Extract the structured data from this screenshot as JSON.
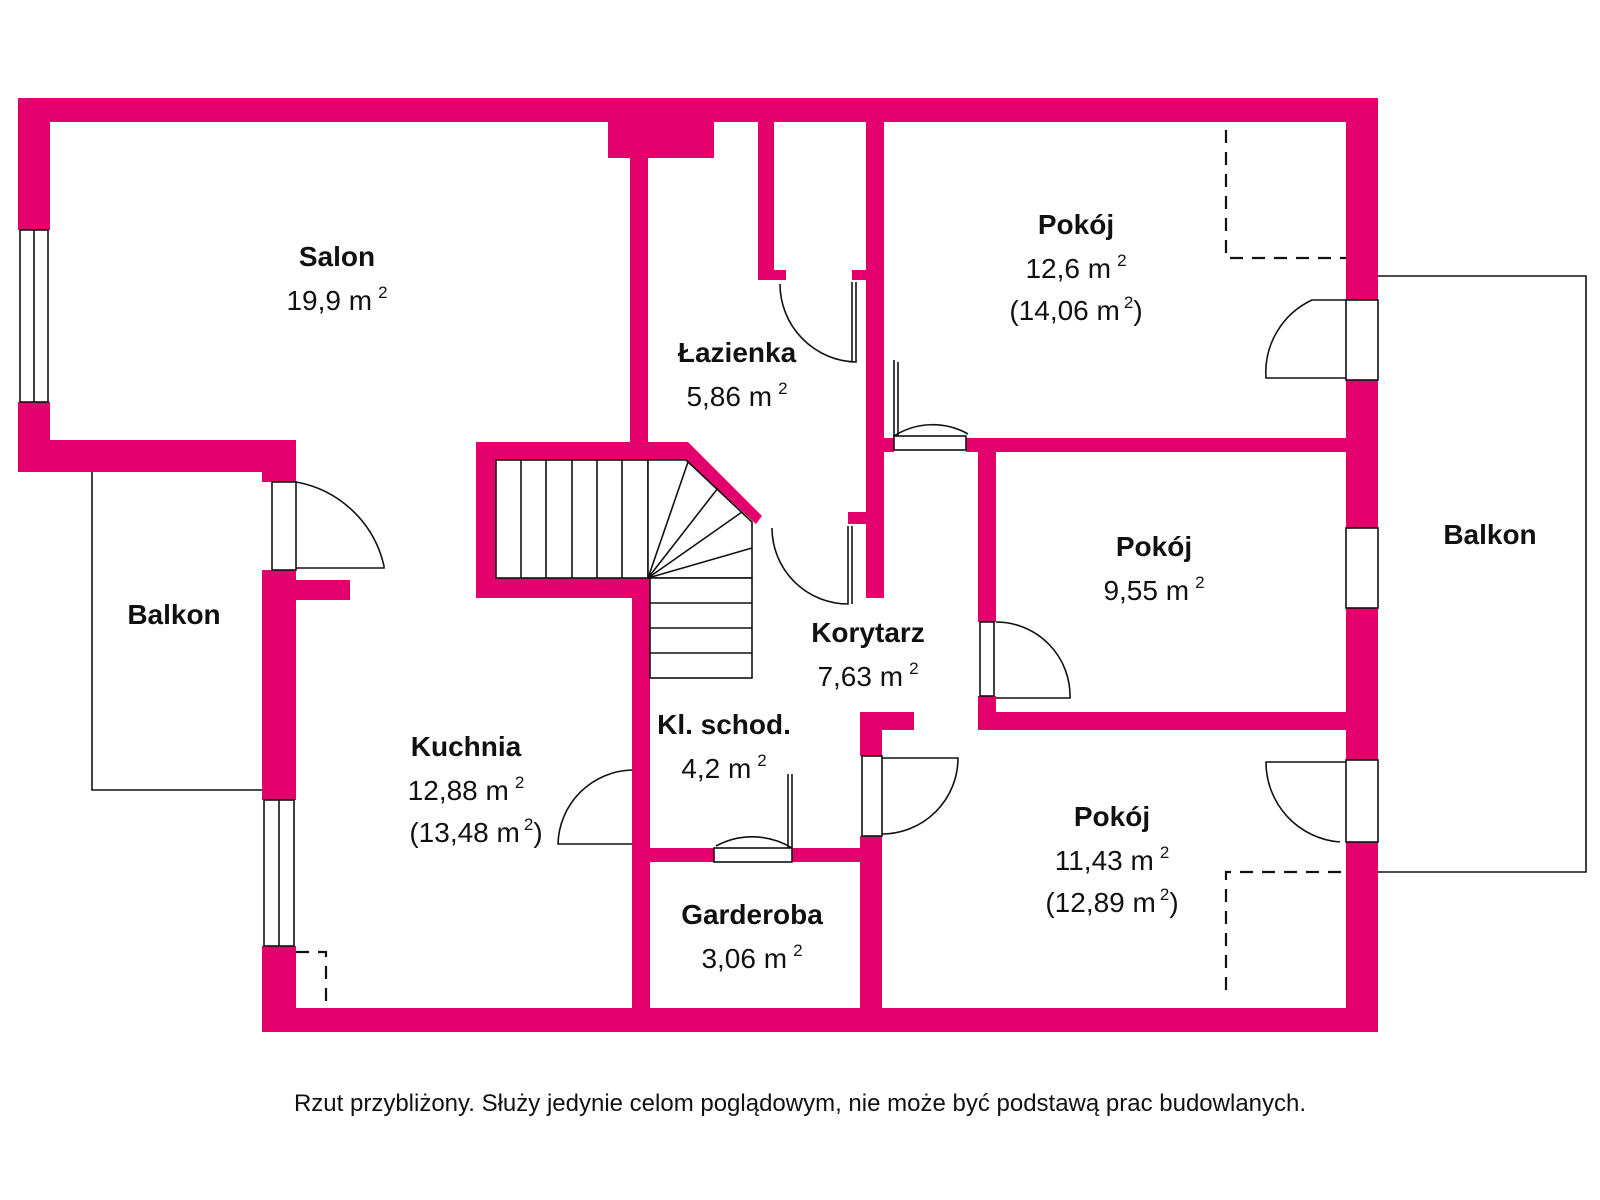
{
  "plan": {
    "wall_color": "#E3006D",
    "rooms": [
      {
        "id": "salon",
        "name": "Salon",
        "area": "19,9 m",
        "sup": "2",
        "alt": ""
      },
      {
        "id": "lazienka",
        "name": "Łazienka",
        "area": "5,86 m",
        "sup": "2",
        "alt": ""
      },
      {
        "id": "pokoj1",
        "name": "Pokój",
        "area": "12,6 m",
        "sup": "2",
        "alt": "(14,06 m",
        "alt_sup": "2",
        "alt_close": ")"
      },
      {
        "id": "pokoj2",
        "name": "Pokój",
        "area": "9,55 m",
        "sup": "2",
        "alt": ""
      },
      {
        "id": "korytarz",
        "name": "Korytarz",
        "area": "7,63 m",
        "sup": "2",
        "alt": ""
      },
      {
        "id": "kuchnia",
        "name": "Kuchnia",
        "area": "12,88 m",
        "sup": "2",
        "alt": "(13,48 m",
        "alt_sup": "2",
        "alt_close": ")"
      },
      {
        "id": "klatka",
        "name": "Kl. schod.",
        "area": "4,2 m",
        "sup": "2",
        "alt": ""
      },
      {
        "id": "pokoj3",
        "name": "Pokój",
        "area": "11,43 m",
        "sup": "2",
        "alt": "(12,89 m",
        "alt_sup": "2",
        "alt_close": ")"
      },
      {
        "id": "garderoba",
        "name": "Garderoba",
        "area": "3,06 m",
        "sup": "2",
        "alt": ""
      }
    ],
    "balconies": [
      {
        "id": "balkon-left",
        "name": "Balkon"
      },
      {
        "id": "balkon-right",
        "name": "Balkon"
      }
    ]
  },
  "disclaimer": "Rzut przybliżony. Służy jedynie celom poglądowym, nie może być podstawą prac budowlanych."
}
